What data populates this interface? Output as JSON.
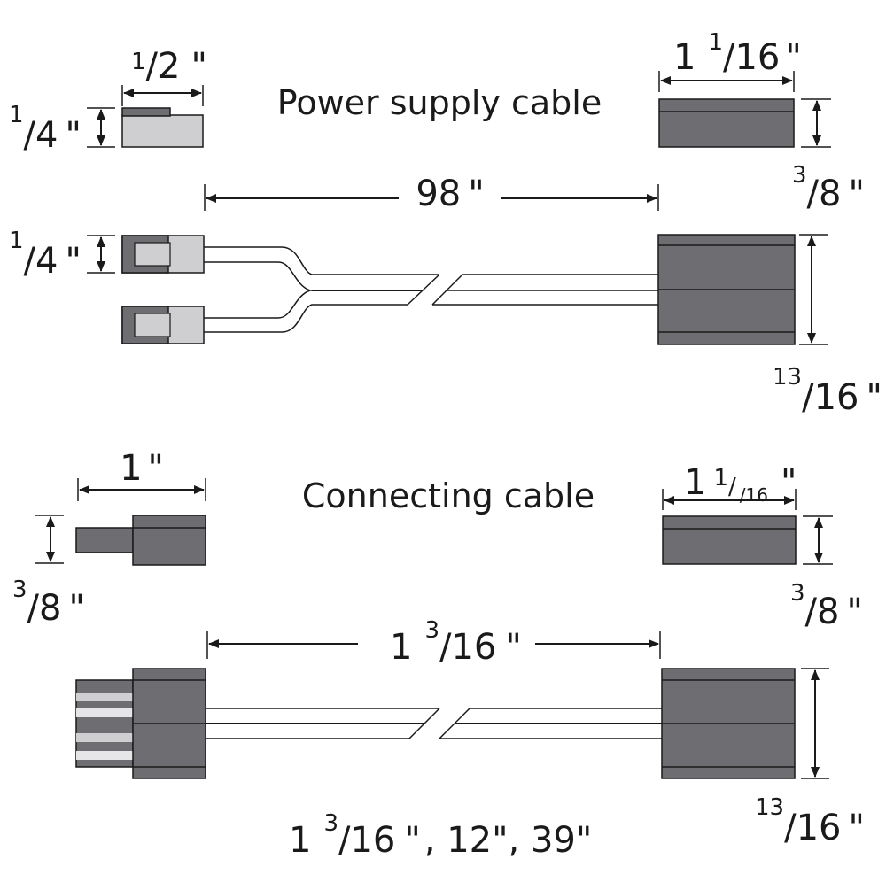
{
  "colors": {
    "background": "#ffffff",
    "connector_dark": "#6e6e72",
    "connector_light": "#cfcfd1",
    "outline": "#1a1a1a"
  },
  "power": {
    "title": "Power supply cable",
    "small_width": {
      "num": "1",
      "den": "2",
      "unit": "\""
    },
    "small_height": {
      "num": "1",
      "den": "4",
      "unit": "\""
    },
    "large_width": {
      "whole": "1",
      "num": "1",
      "den": "16",
      "unit": "\""
    },
    "large_height": {
      "num": "3",
      "den": "8",
      "unit": "\""
    },
    "length": {
      "value": "98",
      "unit": "\""
    },
    "plug_height": {
      "num": "1",
      "den": "4",
      "unit": "\""
    },
    "block_height": {
      "num": "13",
      "den": "16",
      "unit": "\""
    }
  },
  "connecting": {
    "title": "Connecting cable",
    "small_width": {
      "value": "1",
      "unit": "\""
    },
    "small_height": {
      "num": "3",
      "den": "8",
      "unit": "\""
    },
    "large_width": {
      "whole": "1",
      "num": "1",
      "den": "16",
      "unit": "\""
    },
    "large_height": {
      "num": "3",
      "den": "8",
      "unit": "\""
    },
    "length": {
      "whole": "1",
      "num": "3",
      "den": "16",
      "unit": "\""
    },
    "block_height": {
      "num": "13",
      "den": "16",
      "unit": "\""
    },
    "lengths_note": {
      "whole": "1",
      "num": "3",
      "den": "16",
      "unit": "\"",
      "rest": ", 12\", 39\""
    }
  }
}
